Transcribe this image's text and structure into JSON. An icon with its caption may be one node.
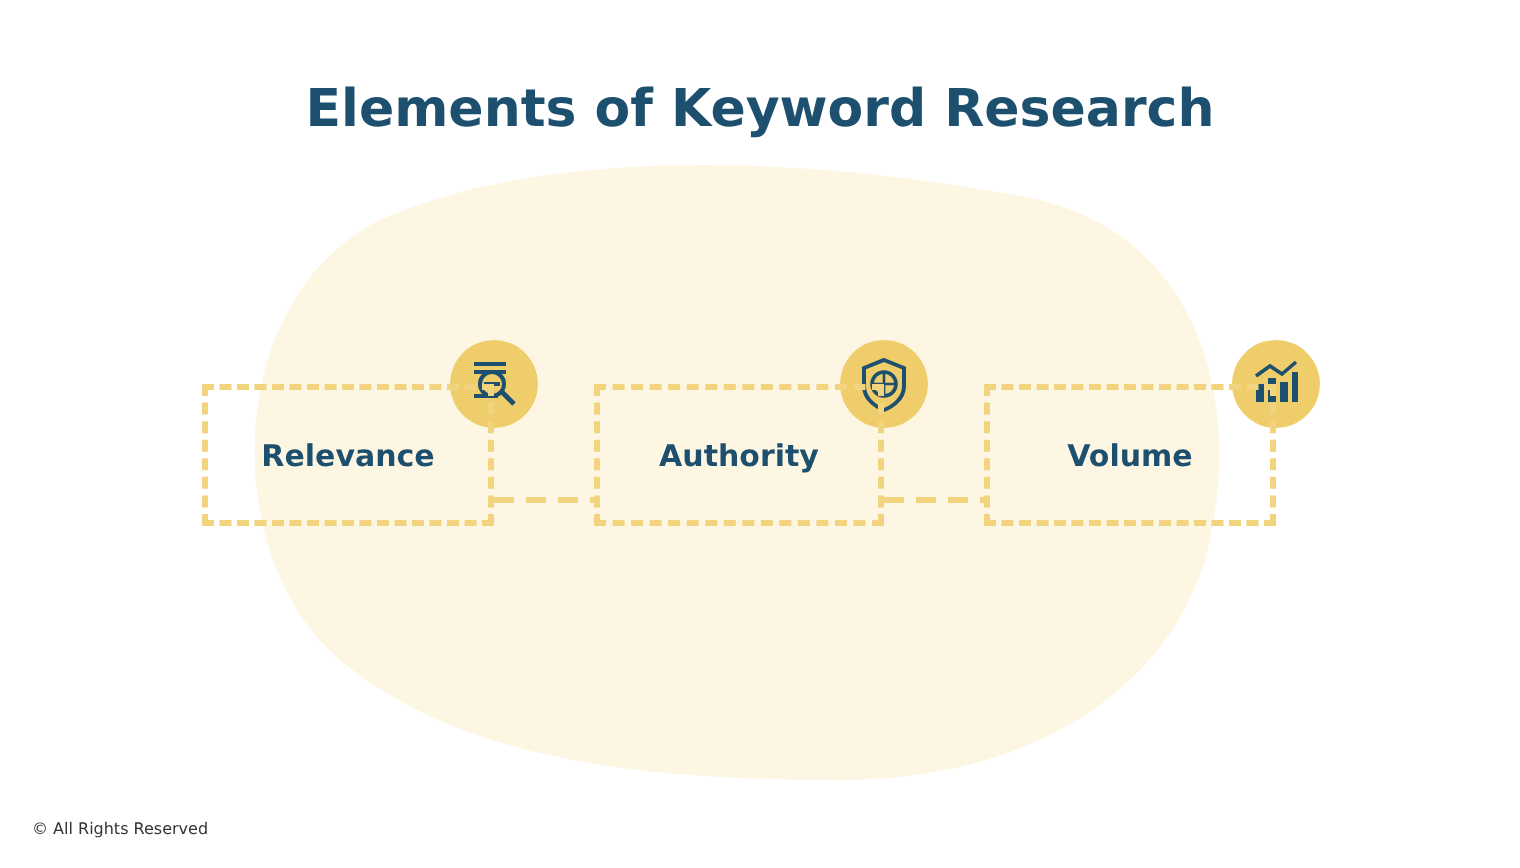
{
  "diagram": {
    "title": "Elements of Keyword Research",
    "nodes": [
      {
        "text": [
          "Relevance"
        ]
      },
      {
        "text": [
          "Authority"
        ]
      },
      {
        "text": [
          "Volume"
        ]
      }
    ],
    "edges": [
      {
        "from": 0,
        "to": 1,
        "arrow": "none",
        "style": "dashed"
      },
      {
        "from": 1,
        "to": 2,
        "arrow": "none",
        "style": "dashed"
      }
    ],
    "labels": [
      "© All Rights Reserved"
    ]
  }
}
